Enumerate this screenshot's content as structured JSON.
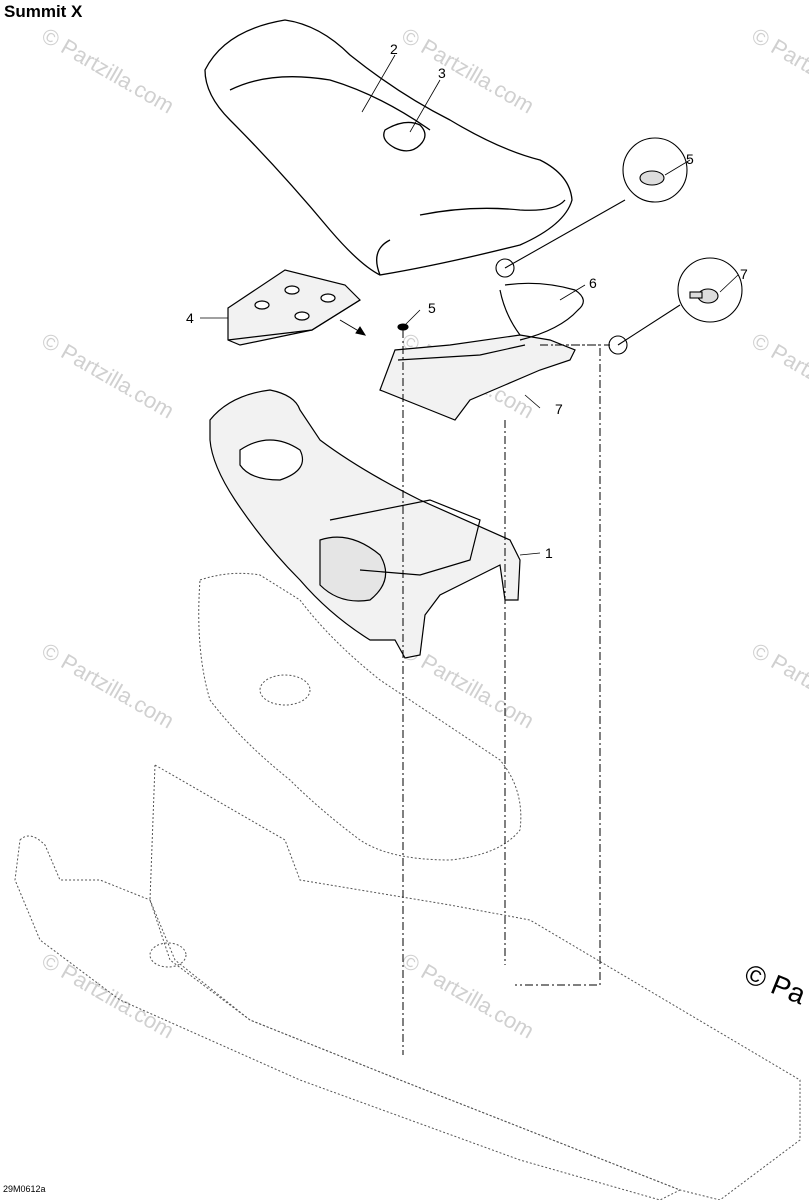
{
  "title": "Summit X",
  "drawing_code": "29M0612a",
  "copyright_corner": "© Pa",
  "watermark_text": "© Partzilla.com",
  "callouts": [
    "1",
    "2",
    "3",
    "4",
    "5",
    "5",
    "6",
    "7",
    "7"
  ],
  "colors": {
    "line": "#000000",
    "watermark": "#d0d0d0",
    "part_fill": "#f2f2f2"
  }
}
